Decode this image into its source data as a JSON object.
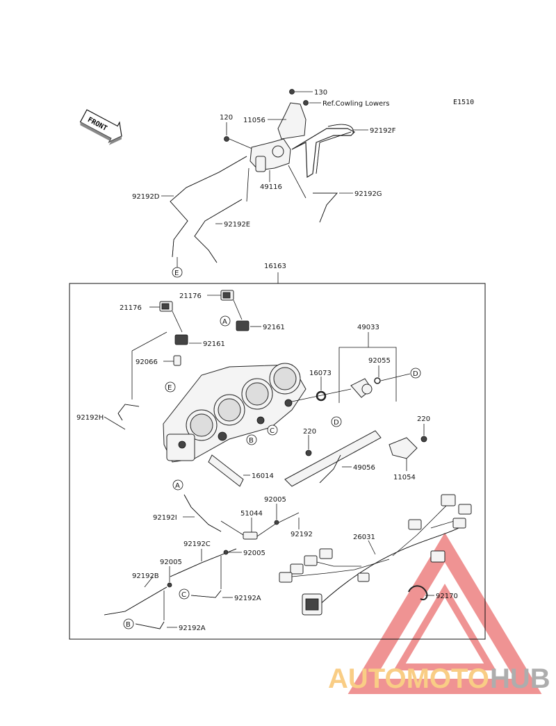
{
  "diagram_code": "E1510",
  "front_label": "FRONT",
  "ref_note": "Ref.Cowling Lowers",
  "assembly_number": "16163",
  "sub_assembly_number": "49033",
  "parts": [
    "130",
    "120",
    "11056",
    "49116",
    "92192F",
    "92192G",
    "92192D",
    "92192E",
    "21176",
    "21176",
    "92161",
    "92161",
    "92066",
    "92192H",
    "16073",
    "92055",
    "220",
    "220",
    "49056",
    "11054",
    "16014",
    "92192I",
    "51044",
    "92005",
    "92005",
    "92005",
    "92192",
    "92192C",
    "92192B",
    "92192A",
    "92192A",
    "26031",
    "92170"
  ],
  "connector_markers": [
    "E",
    "A",
    "E",
    "B",
    "C",
    "D",
    "D",
    "A",
    "C",
    "B"
  ],
  "watermark": {
    "brand_part1": "AUTOMOTO",
    "brand_part2": "HUB",
    "color_orange": "#f5a623",
    "color_red": "#e23b3b",
    "color_gray": "#6b6b6b"
  }
}
